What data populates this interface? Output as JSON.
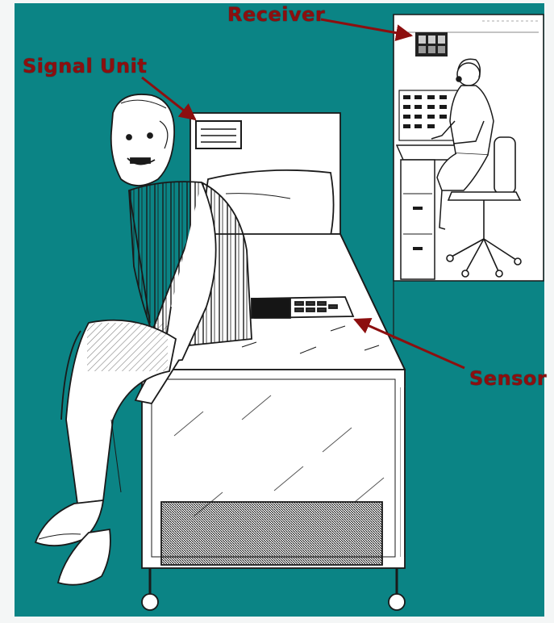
{
  "labels": {
    "receiver": "Receiver",
    "signal_unit": "Signal Unit",
    "sensor": "Sensor"
  },
  "colors": {
    "background": "#0b8485",
    "label": "#8c0f0f",
    "linework": "#1a1a1a",
    "paper": "#ffffff"
  },
  "icons": {
    "receiver": "receiver-device-icon",
    "signal_unit": "signal-unit-device-icon",
    "sensor": "bed-sensor-pad-icon"
  }
}
